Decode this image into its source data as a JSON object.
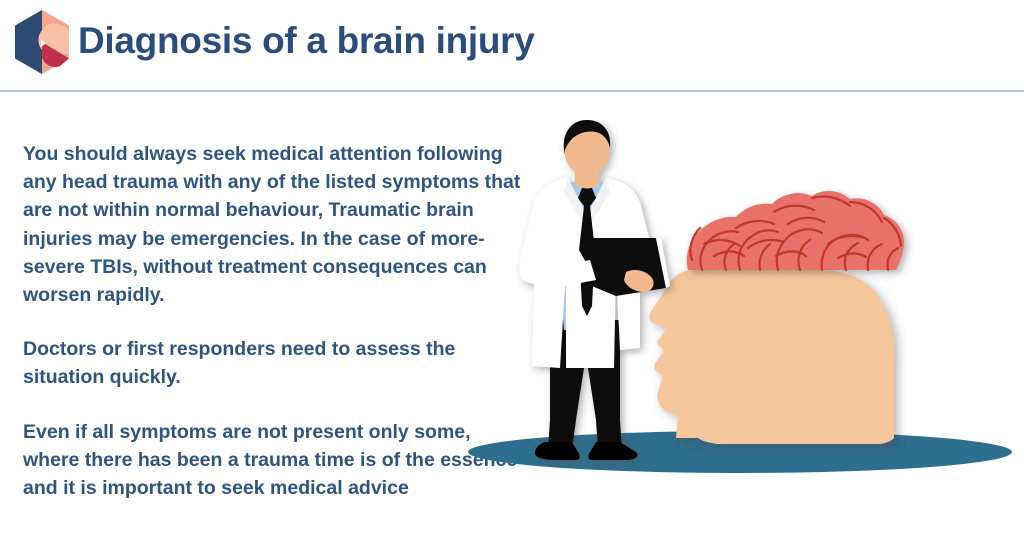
{
  "header": {
    "title": "Diagnosis of a brain injury",
    "logo_name": "hexagon-logo",
    "logo_colors": {
      "navy": "#2d4a75",
      "peach": "#f4a58a",
      "peach_light": "#f7bfa4",
      "crimson": "#c0304a"
    },
    "divider_color": "#b9c9e0"
  },
  "body": {
    "paragraphs": [
      "You should always seek medical attention following any head trauma with any of the listed symptoms that are not within normal behaviour, Traumatic brain injuries may be emergencies. In the case of more-severe TBIs, without treatment consequences can worsen rapidly.",
      "Doctors or first responders need to assess the situation quickly.",
      "Even if all symptoms are not present only some, where there has been a trauma time is of the essence and it is important to seek medical advice"
    ]
  },
  "illustration": {
    "name": "doctor-and-brain-head-illustration",
    "ground_ellipse": {
      "name": "ground-ellipse",
      "color": "#2e6e8e"
    },
    "doctor": {
      "name": "doctor-figure",
      "hair_color": "#111111",
      "skin_color": "#f0b98e",
      "coat_color": "#ffffff",
      "shirt_color": "#a8c8e8",
      "tie_color": "#111111",
      "trousers_color": "#080808",
      "shoes_color": "#050505",
      "clipboard_color": "#111111"
    },
    "head": {
      "name": "head-profile-silhouette",
      "skin_color": "#f5c79a"
    },
    "brain": {
      "name": "brain-illustration",
      "fill_color": "#e8726a",
      "line_color": "#c0392b"
    }
  },
  "theme": {
    "background": "#ffffff",
    "text_color": "#2e5580",
    "title_color": "#2a4d7d"
  }
}
